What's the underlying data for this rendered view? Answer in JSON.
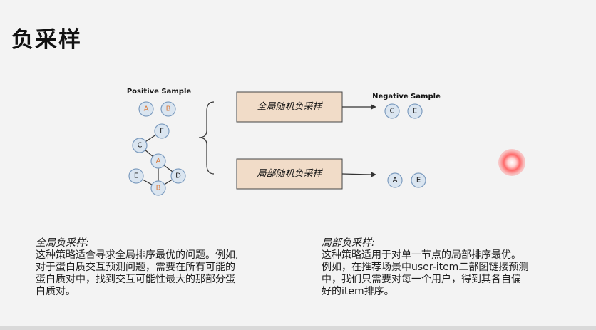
{
  "title": "负采样",
  "positive_sample": {
    "heading": "Positive Sample",
    "pair": [
      "A",
      "B"
    ],
    "graph_nodes": {
      "F": "F",
      "C": "C",
      "A": "A",
      "E": "E",
      "B": "B",
      "D": "D"
    }
  },
  "boxes": {
    "global": "全局随机负采样",
    "local": "局部随机负采样"
  },
  "negative_sample": {
    "heading": "Negative Sample",
    "global_pair": [
      "C",
      "E"
    ],
    "local_pair": [
      "A",
      "E"
    ]
  },
  "colors": {
    "node_fill": "#dae5f0",
    "node_stroke": "#7d9cbf",
    "box_fill": "#f1dcc8",
    "highlight_label": "#d97a3d"
  },
  "descriptions": {
    "global": {
      "heading": "全局负采样:",
      "lines": [
        "这种策略适合寻求全局排序最优的问题。例如,",
        "对于蛋白质交互预测问题，需要在所有可能的",
        "蛋白质对中，找到交互可能性最大的那部分蛋",
        "白质对。"
      ]
    },
    "local": {
      "heading": "局部负采样:",
      "lines": [
        "这种策略适用于对单一节点的局部排序最优。",
        "例如，在推荐场景中user-item二部图链接预测",
        "中，我们只需要对每一个用户，得到其各自偏",
        "好的item排序。"
      ]
    }
  }
}
